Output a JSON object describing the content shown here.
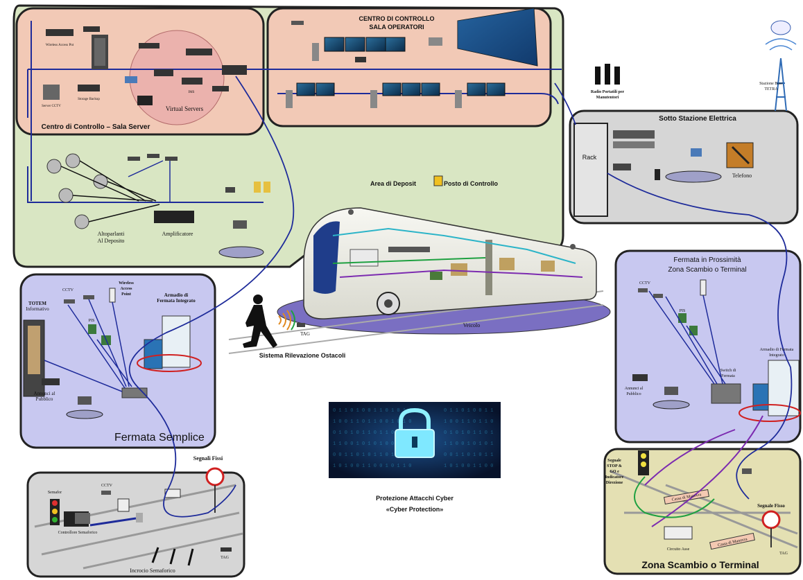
{
  "colors": {
    "salmon": "#f2c9b6",
    "green": "#d9e6c3",
    "lavender": "#c8c8f0",
    "grey": "#d6d6d6",
    "olive": "#e4e0b3",
    "network_line": "#1e2b9a",
    "cyber_bg": "#0b1a3a",
    "cyber_glow": "#3ad2ff"
  },
  "server_room": {
    "title": "Centro di Controllo – Sala Server",
    "virtual_label": "Virtual Servers",
    "nodes": {
      "wireless": "Wireless Access Pnt",
      "storage": "Storage Backup",
      "server_cctv": "Server CCTV",
      "ims": "IMS"
    }
  },
  "operator_room": {
    "title_line1": "CENTRO DI CONTROLLO",
    "title_line2": "SALA OPERATORI"
  },
  "depot": {
    "label_left": "Area di Deposit",
    "label_right": "Posto di Controllo",
    "speakers_line1": "Altoparlanti",
    "speakers_line2": "Al Deposito",
    "amplifier": "Amplificatore"
  },
  "substation": {
    "title": "Sotto Stazione Elettrica",
    "rack": "Rack",
    "phone": "Telefono",
    "radio_line1": "Radio Portatili per",
    "radio_line2": "Manutentori",
    "tetra_line1": "Stazione Base",
    "tetra_line2": "TETRA"
  },
  "vehicle": {
    "label": "Veicolo",
    "tag": "TAG",
    "obstacle": "Sistema Rilevazione Ostacoli"
  },
  "stop_simple": {
    "title": "Fermata Semplice",
    "totem_line1": "TOTEM",
    "totem_line2": "Informativo",
    "cabinet_line1": "Armadio di",
    "cabinet_line2": "Fermata Integrato",
    "public_line1": "Annunci al",
    "public_line2": "Pubblico",
    "cctv": "CCTV",
    "wap_line1": "Wireless",
    "wap_line2": "Access",
    "wap_line3": "Point",
    "pis": "PIS"
  },
  "stop_terminal": {
    "title_line1": "Fermata in Prossimità",
    "title_line2": "Zona Scambio o Terminal",
    "cabinet_line1": "Armadio di Fermata",
    "cabinet_line2": "Integrato",
    "public_line1": "Annunci al",
    "public_line2": "Pubblico",
    "cctv": "CCTV",
    "pis": "PIS",
    "switch_line1": "Switch di",
    "switch_line2": "Fermata"
  },
  "crossing": {
    "title": "Incrocio Semaforico",
    "signal": "Semafor",
    "controller": "Controllore Semaforico",
    "cctv": "CCTV",
    "tag": "TAG"
  },
  "fixed_signals": {
    "left": "Segnali Fissi",
    "right": "Segnale Fisso"
  },
  "switch_zone": {
    "title": "Zona Scambio o Terminal",
    "semaphore_line1": "Segnale",
    "semaphore_line2": "STOP &",
    "semaphore_line3": "GO e",
    "semaphore_line4": "Indicatore",
    "semaphore_line5": "Direzione",
    "cassa1": "Cassa di Manovra",
    "cassa2": "Cassa di Manovra",
    "circuit": "Circuito Asse",
    "tag": "TAG"
  },
  "cyber": {
    "title": "Protezione Attacchi Cyber",
    "subtitle": "«Cyber Protection»"
  }
}
